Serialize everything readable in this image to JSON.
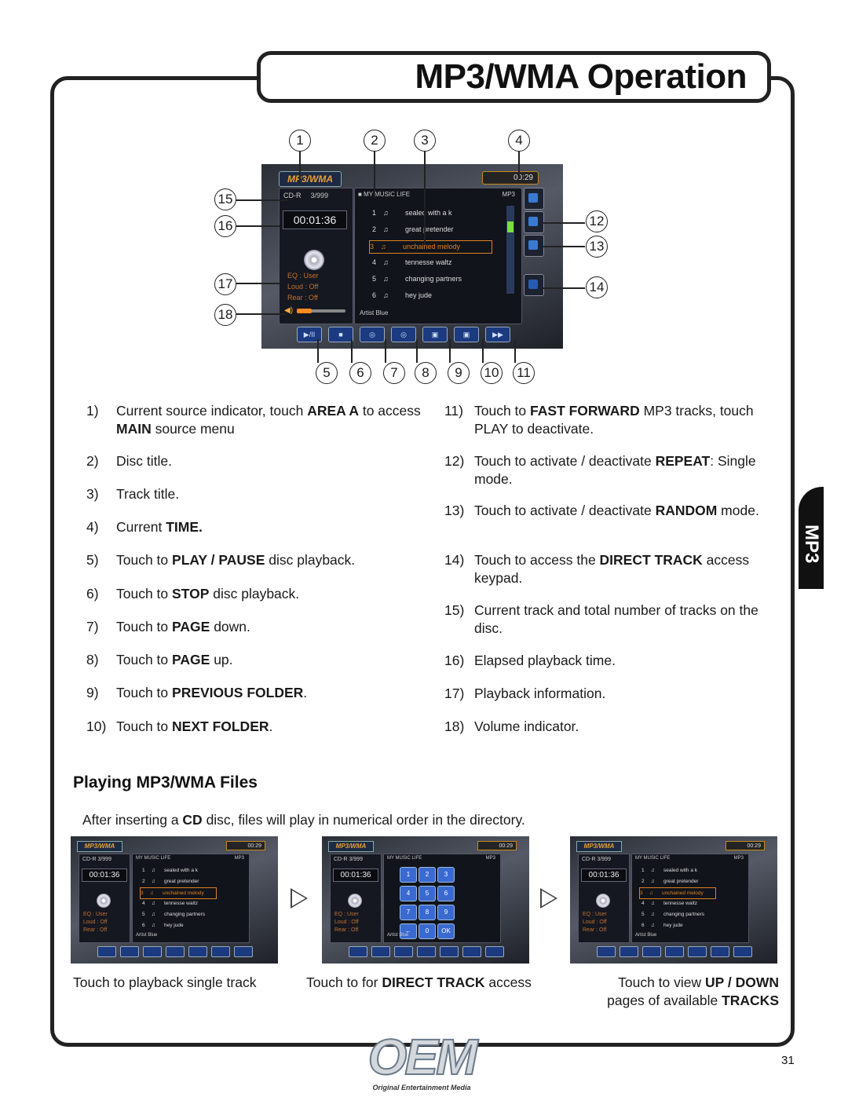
{
  "header": {
    "title": "MP3/WMA Operation"
  },
  "side_tab": {
    "label": "MP3"
  },
  "screen": {
    "logo": "MP3/WMA",
    "clock": "00:29",
    "source": "CD-R",
    "track_count": "3/999",
    "elapsed": "00:01:36",
    "info_lines": [
      "EQ : User",
      "Loud : Off",
      "Rear : Off"
    ],
    "folder": "MY MUSIC LIFE",
    "format": "MP3",
    "tracks": [
      {
        "num": "1",
        "title": "sealed with a k"
      },
      {
        "num": "2",
        "title": "great pretender"
      },
      {
        "num": "3",
        "title": "unchained melody"
      },
      {
        "num": "4",
        "title": "tennesse waltz"
      },
      {
        "num": "5",
        "title": "changing partners"
      },
      {
        "num": "6",
        "title": "hey jude"
      }
    ],
    "selected_track": 3,
    "artist": "Artist Blue",
    "volume_fraction": 0.3,
    "keypad": [
      "1",
      "2",
      "3",
      "4",
      "5",
      "6",
      "7",
      "8",
      "9",
      "←",
      "0",
      "OK"
    ]
  },
  "callouts": [
    "1",
    "2",
    "3",
    "4",
    "5",
    "6",
    "7",
    "8",
    "9",
    "10",
    "11",
    "12",
    "13",
    "14",
    "15",
    "16",
    "17",
    "18"
  ],
  "items_left": [
    {
      "num": "1)",
      "pre": "Current source indicator, touch ",
      "b1": "AREA A",
      "mid": " to access ",
      "b2": "MAIN",
      "post": " source menu"
    },
    {
      "num": "2)",
      "pre": "Disc title.",
      "b1": "",
      "mid": "",
      "b2": "",
      "post": ""
    },
    {
      "num": "3)",
      "pre": "Track title.",
      "b1": "",
      "mid": "",
      "b2": "",
      "post": ""
    },
    {
      "num": "4)",
      "pre": "Current ",
      "b1": "TIME.",
      "mid": "",
      "b2": "",
      "post": ""
    },
    {
      "num": "5)",
      "pre": "Touch to ",
      "b1": "PLAY / PAUSE",
      "mid": " disc playback.",
      "b2": "",
      "post": ""
    },
    {
      "num": "6)",
      "pre": "Touch to ",
      "b1": "STOP",
      "mid": " disc playback.",
      "b2": "",
      "post": ""
    },
    {
      "num": "7)",
      "pre": "Touch to ",
      "b1": "PAGE",
      "mid": " down.",
      "b2": "",
      "post": ""
    },
    {
      "num": "8)",
      "pre": "Touch to ",
      "b1": "PAGE",
      "mid": " up.",
      "b2": "",
      "post": ""
    },
    {
      "num": "9)",
      "pre": "Touch to ",
      "b1": "PREVIOUS FOLDER",
      "mid": ".",
      "b2": "",
      "post": ""
    },
    {
      "num": "10)",
      "pre": "Touch to ",
      "b1": "NEXT FOLDER",
      "mid": ".",
      "b2": "",
      "post": ""
    }
  ],
  "items_right": [
    {
      "num": "11)",
      "pre": "Touch to ",
      "b1": "FAST FORWARD",
      "mid": " MP3 tracks, touch PLAY to deactivate.",
      "b2": "",
      "post": ""
    },
    {
      "num": "12)",
      "pre": "Touch to activate / deactivate ",
      "b1": "REPEAT",
      "mid": ": Single mode.",
      "b2": "",
      "post": ""
    },
    {
      "num": "13)",
      "pre": "Touch to activate / deactivate ",
      "b1": "RANDOM",
      "mid": " mode.",
      "b2": "",
      "post": ""
    },
    {
      "num": "14)",
      "pre": "Touch to access the ",
      "b1": "DIRECT TRACK",
      "mid": " access keypad.",
      "b2": "",
      "post": ""
    },
    {
      "num": "15)",
      "pre": "Current track and total number of tracks on the disc.",
      "b1": "",
      "mid": "",
      "b2": "",
      "post": ""
    },
    {
      "num": "16)",
      "pre": "Elapsed playback time.",
      "b1": "",
      "mid": "",
      "b2": "",
      "post": ""
    },
    {
      "num": "17)",
      "pre": "Playback information.",
      "b1": "",
      "mid": "",
      "b2": "",
      "post": ""
    },
    {
      "num": "18)",
      "pre": "Volume indicator.",
      "b1": "",
      "mid": "",
      "b2": "",
      "post": ""
    }
  ],
  "section": {
    "title": "Playing MP3/WMA Files",
    "intro_pre": "After inserting a ",
    "intro_b": "CD",
    "intro_post": " disc, files will play in numerical order in the directory."
  },
  "captions": {
    "c1": "Touch to playback single track",
    "c2_pre": "Touch to for ",
    "c2_b": "DIRECT TRACK",
    "c2_post": " access",
    "c3_pre": "Touch to view ",
    "c3_b": "UP / DOWN",
    "c3_line2_pre": "pages of available ",
    "c3_line2_b": "TRACKS"
  },
  "footer": {
    "logo": "OEM",
    "logo_tagline": "Original Entertainment Media",
    "page_number": "31"
  }
}
